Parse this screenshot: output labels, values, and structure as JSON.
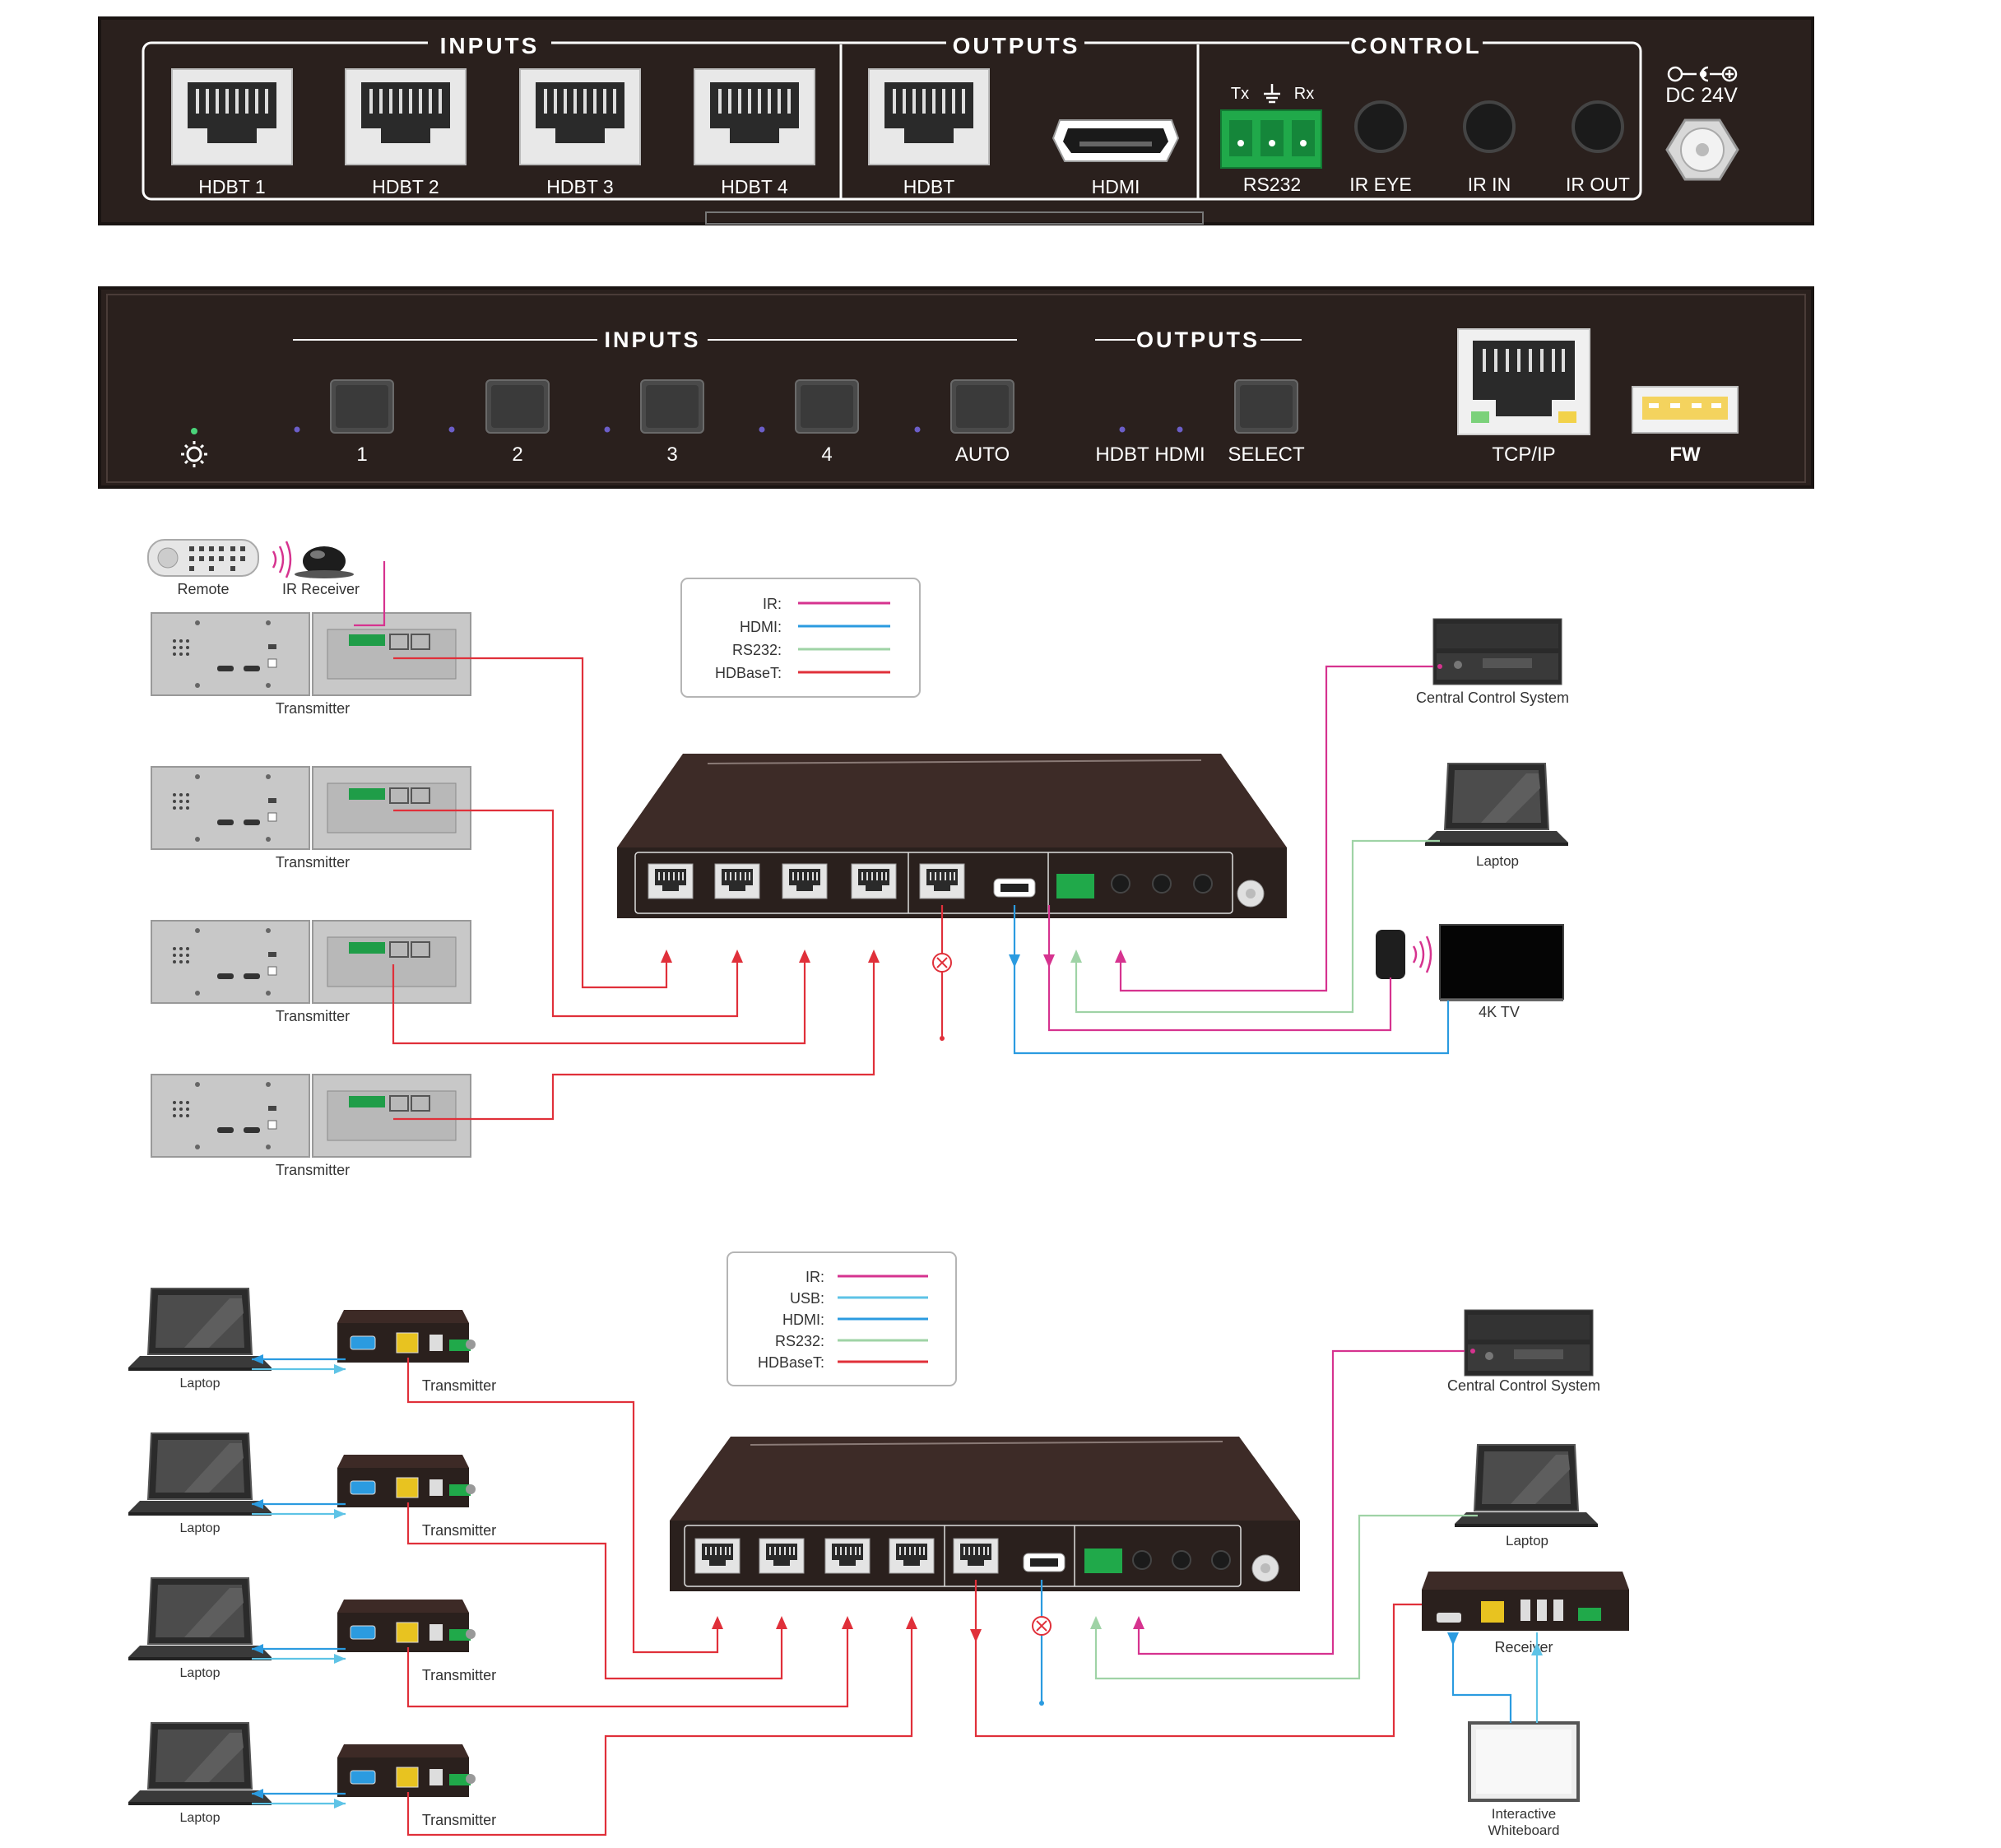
{
  "rear_panel": {
    "groups": {
      "inputs": "INPUTS",
      "outputs": "OUTPUTS",
      "control": "CONTROL"
    },
    "input_ports": [
      "HDBT 1",
      "HDBT 2",
      "HDBT 3",
      "HDBT 4"
    ],
    "output_ports": [
      "HDBT",
      "HDMI"
    ],
    "control_ports": [
      "RS232",
      "IR EYE",
      "IR IN",
      "IR OUT"
    ],
    "rs232_pins": {
      "tx": "Tx",
      "rx": "Rx"
    },
    "power_label": "DC 24V"
  },
  "front_panel": {
    "groups": {
      "inputs": "INPUTS",
      "outputs": "OUTPUTS"
    },
    "input_buttons": [
      "1",
      "2",
      "3",
      "4",
      "AUTO"
    ],
    "output_indicators": [
      "HDBT",
      "HDMI"
    ],
    "select_label": "SELECT",
    "network_label": "TCP/IP",
    "fw_label": "FW"
  },
  "diagram1": {
    "legend": [
      "IR:",
      "HDMI:",
      "RS232:",
      "HDBaseT:"
    ],
    "remote_label": "Remote",
    "ir_receiver_label": "IR Receiver",
    "transmitter_label": "Transmitter",
    "central_control_label": "Central Control System",
    "laptop_label": "Laptop",
    "tv_label": "4K TV"
  },
  "diagram2": {
    "legend": [
      "IR:",
      "USB:",
      "HDMI:",
      "RS232:",
      "HDBaseT:"
    ],
    "laptop_label": "Laptop",
    "transmitter_label": "Transmitter",
    "central_control_label": "Central Control System",
    "receiver_label": "Receiver",
    "whiteboard_label_line1": "Interactive",
    "whiteboard_label_line2": "Whiteboard"
  },
  "colors": {
    "ir": "#d6338f",
    "hdmi": "#2b9be0",
    "usb": "#5ec3e6",
    "rs232": "#9fd3a6",
    "hdbaset": "#e0303a",
    "panel": "#2a201d",
    "terminal": "#20a94a"
  }
}
